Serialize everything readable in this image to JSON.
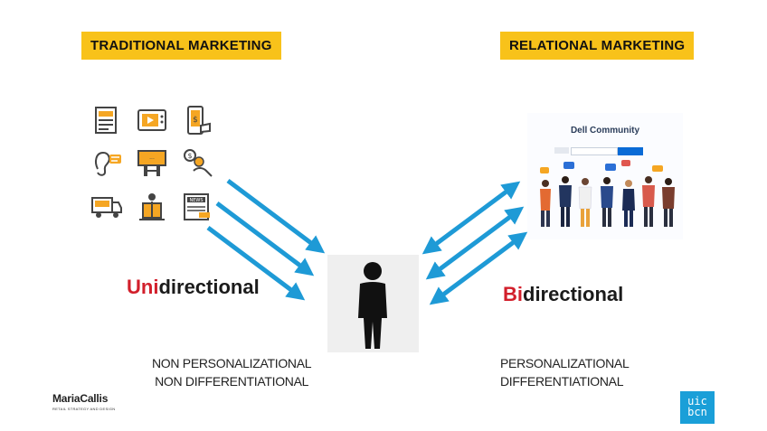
{
  "tags": {
    "left": "TRADITIONAL MARKETING",
    "right": "RELATIONAL MARKETING"
  },
  "left": {
    "direction_highlight": "Uni",
    "direction_rest": "directional",
    "note_line1": "NON PERSONALIZATIONAL",
    "note_line2": "NON DIFFERENTIATIONAL",
    "icons": [
      "newspaper-ad-icon",
      "tv-play-icon",
      "mobile-payment-icon",
      "ear-speech-icon",
      "billboard-icon",
      "hand-coins-icon",
      "truck-ad-icon",
      "man-podium-icon",
      "news-paper-icon"
    ]
  },
  "right": {
    "direction_highlight": "Bi",
    "direction_rest": "directional",
    "note_line1": "PERSONALIZATIONAL",
    "note_line2": "DIFFERENTIATIONAL",
    "community": {
      "title": "Dell Community"
    }
  },
  "branding": {
    "logo_name": "MariaCallis",
    "logo_sub": "RETAIL STRATEGY AND DESIGN",
    "ulc_line1": "uic",
    "ulc_line2": "bcn"
  },
  "colors": {
    "tag_bg": "#f8c21a",
    "arrow": "#1e9ad6",
    "highlight_red": "#d21f2b",
    "icon_orange": "#f5a623"
  }
}
